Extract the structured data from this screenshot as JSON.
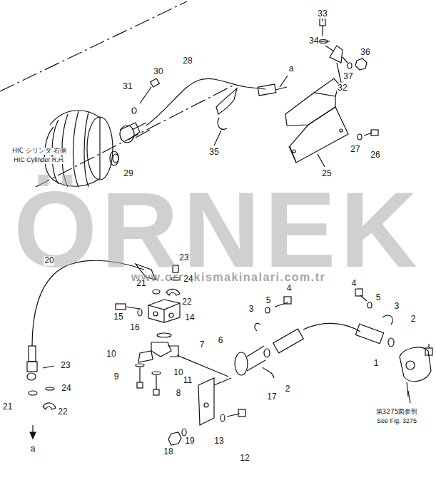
{
  "diagram": {
    "labels": [
      "33",
      "34",
      "36",
      "37",
      "32",
      "28",
      "30",
      "31",
      "a",
      "27",
      "26",
      "35",
      "29",
      "25",
      "HIC シリンダ 右側",
      "HIC Cylinder R.H.",
      "ÖRNEK",
      "www.ornekismakinalari.com.tr",
      "20",
      "23",
      "24",
      "21",
      "22",
      "15",
      "16",
      "14",
      "4",
      "5",
      "3",
      "4",
      "5",
      "3",
      "2",
      "7",
      "6",
      "1",
      "10",
      "10",
      "9",
      "8",
      "11",
      "2",
      "17",
      "23",
      "24",
      "21",
      "22",
      "a",
      "18",
      "19",
      "13",
      "12",
      "第3275図参照",
      "See Fig. 3275"
    ]
  }
}
